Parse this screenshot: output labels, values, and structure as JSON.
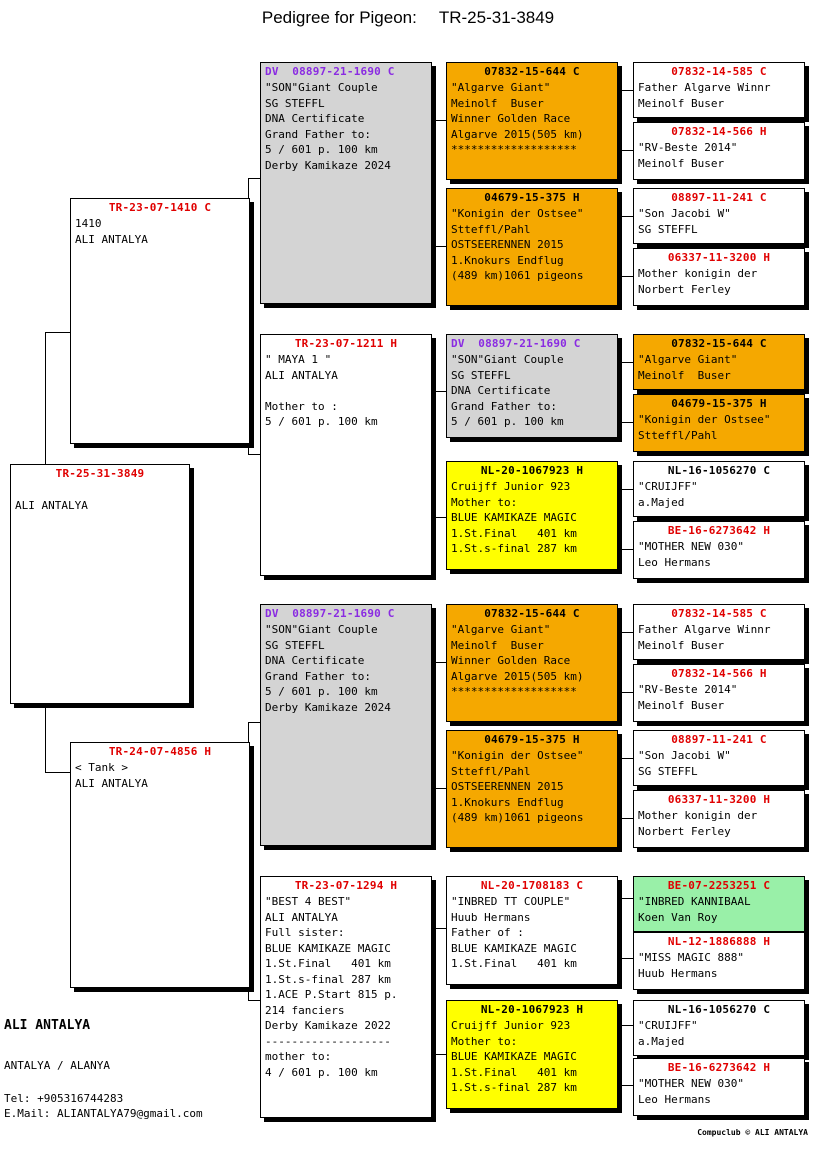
{
  "page": {
    "title_label": "Pedigree for Pigeon:",
    "title_id": "TR-25-31-3849",
    "credit": "Compuclub © ALI ANTALYA"
  },
  "colors": {
    "header_red": "#e00000",
    "header_purple": "#8a2be2",
    "header_black": "#000000",
    "gray_box": "#d4d4d4",
    "orange_box": "#f5a800",
    "yellow_box": "#ffff00",
    "green_box": "#99f0a8",
    "white_box": "#ffffff"
  },
  "footer": {
    "owner": "ALI ANTALYA",
    "location": "ANTALYA / ALANYA",
    "tel": "Tel: +905316744283",
    "email": "E.Mail: ALIANTALYA79@gmail.com"
  },
  "boxes": {
    "subject": {
      "header": "TR-25-31-3849",
      "header_color": "red",
      "fill": "white",
      "lines": "\nALI ANTALYA"
    },
    "sire": {
      "header": "TR-23-07-1410 C",
      "header_color": "red",
      "fill": "white",
      "lines": "1410\nALI ANTALYA"
    },
    "dam": {
      "header": "TR-24-07-4856 H",
      "header_color": "red",
      "fill": "white",
      "lines": "< Tank >\nALI ANTALYA"
    },
    "g1": {
      "header": "DV  08897-21-1690 C",
      "header_color": "purple",
      "fill": "gray",
      "lines": "\"SON\"Giant Couple\nSG STEFFL\nDNA Certificate\nGrand Father to:\n5 / 601 p. 100 km\nDerby Kamikaze 2024"
    },
    "g2": {
      "header": "TR-23-07-1211 H",
      "header_color": "red",
      "fill": "white",
      "lines": "\" MAYA 1 \"\nALI ANTALYA\n\nMother to :\n5 / 601 p. 100 km"
    },
    "g3": {
      "header": "DV  08897-21-1690 C",
      "header_color": "purple",
      "fill": "gray",
      "lines": "\"SON\"Giant Couple\nSG STEFFL\nDNA Certificate\nGrand Father to:\n5 / 601 p. 100 km\nDerby Kamikaze 2024"
    },
    "g4": {
      "header": "TR-23-07-1294 H",
      "header_color": "red",
      "fill": "white",
      "lines": "\"BEST 4 BEST\"\nALI ANTALYA\nFull sister:\nBLUE KAMIKAZE MAGIC\n1.St.Final   401 km\n1.St.s-final 287 km\n1.ACE P.Start 815 p.\n214 fanciers\nDerby Kamikaze 2022\n-------------------\nmother to:\n4 / 601 p. 100 km"
    },
    "gg1": {
      "header": "07832-15-644 C",
      "header_color": "black",
      "fill": "orange",
      "lines": "\"Algarve Giant\"\nMeinolf  Buser\nWinner Golden Race\nAlgarve 2015(505 km)\n*******************"
    },
    "gg2": {
      "header": "04679-15-375 H",
      "header_color": "black",
      "fill": "orange",
      "lines": "\"Konigin der Ostsee\"\nStteffl/Pahl\nOSTSEERENNEN 2015\n1.Knokurs Endflug\n(489 km)1061 pigeons"
    },
    "gg3": {
      "header": "DV  08897-21-1690 C",
      "header_color": "purple",
      "fill": "gray",
      "lines": "\"SON\"Giant Couple\nSG STEFFL\nDNA Certificate\nGrand Father to:\n5 / 601 p. 100 km"
    },
    "gg4": {
      "header": "NL-20-1067923 H",
      "header_color": "black",
      "fill": "yellow",
      "lines": "Cruijff Junior 923\nMother to:\nBLUE KAMIKAZE MAGIC\n1.St.Final   401 km\n1.St.s-final 287 km"
    },
    "gg5": {
      "header": "07832-15-644 C",
      "header_color": "black",
      "fill": "orange",
      "lines": "\"Algarve Giant\"\nMeinolf  Buser\nWinner Golden Race\nAlgarve 2015(505 km)\n*******************"
    },
    "gg6": {
      "header": "04679-15-375 H",
      "header_color": "black",
      "fill": "orange",
      "lines": "\"Konigin der Ostsee\"\nStteffl/Pahl\nOSTSEERENNEN 2015\n1.Knokurs Endflug\n(489 km)1061 pigeons"
    },
    "gg7": {
      "header": "NL-20-1708183 C",
      "header_color": "red",
      "fill": "white",
      "lines": "\"INBRED TT COUPLE\"\nHuub Hermans\nFather of :\nBLUE KAMIKAZE MAGIC\n1.St.Final   401 km"
    },
    "gg8": {
      "header": "NL-20-1067923 H",
      "header_color": "black",
      "fill": "yellow",
      "lines": "Cruijff Junior 923\nMother to:\nBLUE KAMIKAZE MAGIC\n1.St.Final   401 km\n1.St.s-final 287 km"
    },
    "ggg1": {
      "header": "07832-14-585 C",
      "header_color": "red",
      "fill": "white",
      "lines": "Father Algarve Winnr\nMeinolf Buser"
    },
    "ggg2": {
      "header": "07832-14-566 H",
      "header_color": "red",
      "fill": "white",
      "lines": "\"RV-Beste 2014\"\nMeinolf Buser"
    },
    "ggg3": {
      "header": "08897-11-241 C",
      "header_color": "red",
      "fill": "white",
      "lines": "\"Son Jacobi W\"\nSG STEFFL"
    },
    "ggg4": {
      "header": "06337-11-3200 H",
      "header_color": "red",
      "fill": "white",
      "lines": "Mother konigin der\nNorbert Ferley"
    },
    "ggg5": {
      "header": "07832-15-644 C",
      "header_color": "black",
      "fill": "orange",
      "lines": "\"Algarve Giant\"\nMeinolf  Buser"
    },
    "ggg6": {
      "header": "04679-15-375 H",
      "header_color": "black",
      "fill": "orange",
      "lines": "\"Konigin der Ostsee\"\nStteffl/Pahl"
    },
    "ggg7": {
      "header": "NL-16-1056270 C",
      "header_color": "black",
      "fill": "white",
      "lines": "\"CRUIJFF\"\na.Majed"
    },
    "ggg8": {
      "header": "BE-16-6273642 H",
      "header_color": "red",
      "fill": "white",
      "lines": "\"MOTHER NEW 030\"\nLeo Hermans"
    },
    "ggg9": {
      "header": "07832-14-585 C",
      "header_color": "red",
      "fill": "white",
      "lines": "Father Algarve Winnr\nMeinolf Buser"
    },
    "ggg10": {
      "header": "07832-14-566 H",
      "header_color": "red",
      "fill": "white",
      "lines": "\"RV-Beste 2014\"\nMeinolf Buser"
    },
    "ggg11": {
      "header": "08897-11-241 C",
      "header_color": "red",
      "fill": "white",
      "lines": "\"Son Jacobi W\"\nSG STEFFL"
    },
    "ggg12": {
      "header": "06337-11-3200 H",
      "header_color": "red",
      "fill": "white",
      "lines": "Mother konigin der\nNorbert Ferley"
    },
    "ggg13": {
      "header": "BE-07-2253251 C",
      "header_color": "red",
      "fill": "green",
      "lines": "\"INBRED KANNIBAAL\nKoen Van Roy"
    },
    "ggg14": {
      "header": "NL-12-1886888 H",
      "header_color": "red",
      "fill": "white",
      "lines": "\"MISS MAGIC 888\"\nHuub Hermans"
    },
    "ggg15": {
      "header": "NL-16-1056270 C",
      "header_color": "black",
      "fill": "white",
      "lines": "\"CRUIJFF\"\na.Majed"
    },
    "ggg16": {
      "header": "BE-16-6273642 H",
      "header_color": "red",
      "fill": "white",
      "lines": "\"MOTHER NEW 030\"\nLeo Hermans"
    }
  }
}
